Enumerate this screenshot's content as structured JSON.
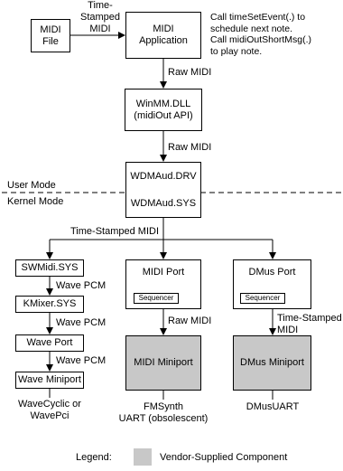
{
  "boxes": {
    "midi_file": "MIDI\nFile",
    "midi_app": "MIDI\nApplication",
    "winmm": "WinMM.DLL\n(midiOut API)",
    "wdmaud_drv": "WDMAud.DRV",
    "wdmaud_sys": "WDMAud.SYS",
    "swmidi": "SWMidi.SYS",
    "kmixer": "KMixer.SYS",
    "wave_port": "Wave Port",
    "wave_miniport": "Wave Miniport",
    "midi_port": "MIDI Port",
    "midi_sequencer": "Sequencer",
    "midi_miniport": "MIDI Miniport",
    "dmus_port": "DMus Port",
    "dmus_sequencer": "Sequencer",
    "dmus_miniport": "DMus Miniport"
  },
  "labels": {
    "time_stamped_midi_top": "Time-\nStamped\nMIDI",
    "app_note": "Call timeSetEvent(.) to\nschedule next note.\nCall midiOutShortMsg(.)\nto play note.",
    "raw_midi_1": "Raw MIDI",
    "raw_midi_2": "Raw MIDI",
    "user_mode": "User Mode",
    "kernel_mode": "Kernel Mode",
    "time_stamped_midi_mid": "Time-Stamped MIDI",
    "wave_pcm_1": "Wave PCM",
    "wave_pcm_2": "Wave PCM",
    "wave_pcm_3": "Wave PCM",
    "raw_midi_3": "Raw MIDI",
    "time_stamped_midi_dmus": "Time-Stamped\nMIDI",
    "wavecyclic": "WaveCyclic or\nWavePci",
    "fmsynth": "FMSynth\nUART (obsolescent)",
    "dmusuart": "DMusUART"
  },
  "legend": {
    "title": "Legend:",
    "item": "Vendor-Supplied Component",
    "swatch_color": "#c8c8c8"
  }
}
